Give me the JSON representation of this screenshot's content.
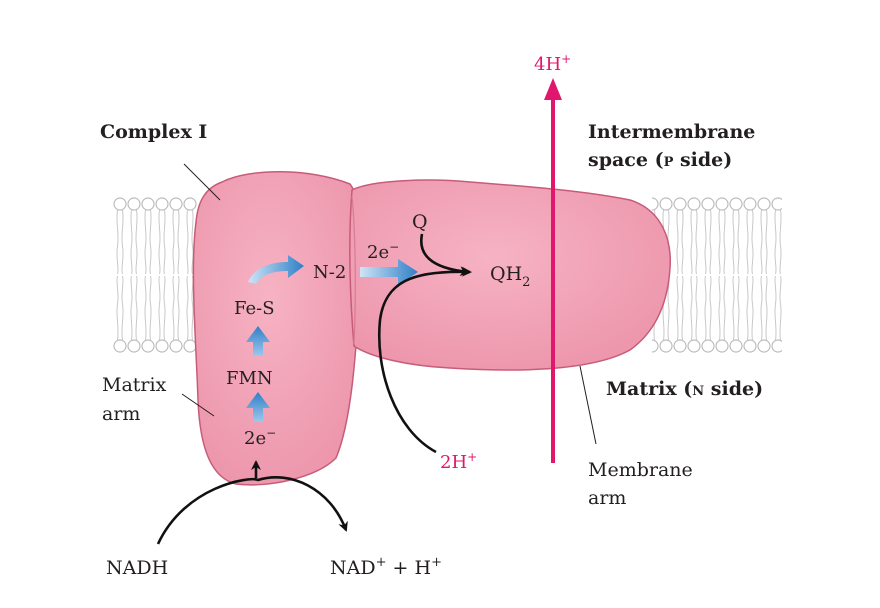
{
  "colors": {
    "protein_fill": "#f0a0b4",
    "protein_stroke": "#c75c7a",
    "membrane_stroke": "#bdbdbd",
    "proton_arrow": "#e0176d",
    "electron_arrow": "#3f8fd0",
    "text": "#231f20"
  },
  "labels": {
    "complex": "Complex I",
    "intermembrane_line1": "Intermembrane",
    "intermembrane_line2_pre": "space (",
    "intermembrane_line2_side": "p",
    "intermembrane_line2_post": " side)",
    "matrix_side_pre": "Matrix (",
    "matrix_side_side": "n",
    "matrix_side_post": " side)",
    "matrix_arm_line1": "Matrix",
    "matrix_arm_line2": "arm",
    "membrane_arm_line1": "Membrane",
    "membrane_arm_line2": "arm"
  },
  "pathway": {
    "fes": "Fe-S",
    "fmn": "FMN",
    "n2": "N-2",
    "electrons": "2e",
    "electrons_sup": "−",
    "q": "Q",
    "qh2": "QH",
    "qh2_sub": "2",
    "protons_in": "2H",
    "protons_in_sup": "+",
    "protons_out": "4H",
    "protons_out_sup": "+",
    "nadh": "NADH",
    "nad_plus": "NAD",
    "nad_plus_sup": "+",
    "plus_sign": " + ",
    "h_plus": "H",
    "h_plus_sup": "+"
  }
}
